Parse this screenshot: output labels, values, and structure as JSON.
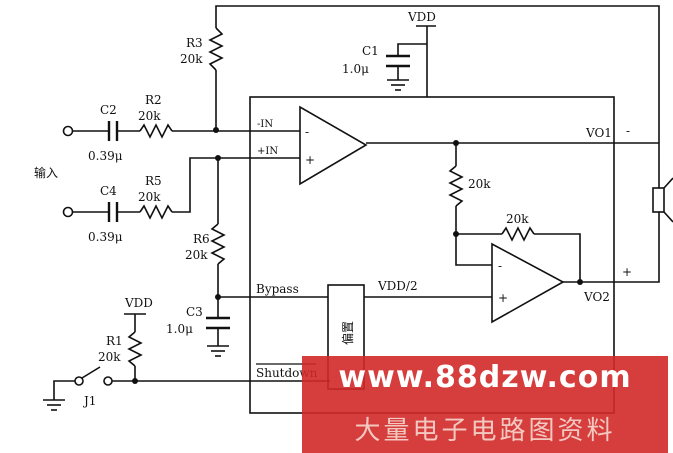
{
  "labels": {
    "r3": "R3",
    "r3_val": "20k",
    "c1": "C1",
    "c1_val": "1.0μ",
    "vdd_top": "VDD",
    "c2": "C2",
    "c2_val": "0.39μ",
    "r2": "R2",
    "r2_val": "20k",
    "c4": "C4",
    "c4_val": "0.39μ",
    "r5": "R5",
    "r5_val": "20k",
    "input": "输入",
    "minus_in": "-IN",
    "plus_in": "+IN",
    "r_fb1_val": "20k",
    "r_fb2_val": "20k",
    "r6": "R6",
    "r6_val": "20k",
    "c3": "C3",
    "c3_val": "1.0μ",
    "bypass": "Bypass",
    "vdd_half": "VDD/2",
    "bias": "偏置",
    "vdd_left": "VDD",
    "r1": "R1",
    "r1_val": "20k",
    "shutdown": "Shutdown",
    "j1": "J1",
    "vo1": "VO1",
    "vo2": "VO2",
    "sign_minus": "-",
    "sign_plus": "+",
    "op_minus": "-",
    "op_plus": "+"
  },
  "watermark": {
    "url": "www.88dzw.com",
    "subtitle": "大量电子电路图资料"
  }
}
